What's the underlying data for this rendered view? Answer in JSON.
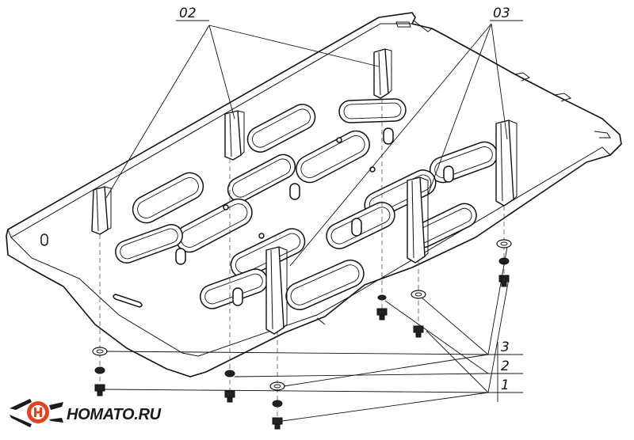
{
  "labels": {
    "part_02": "02",
    "part_03": "03",
    "item_3": "3",
    "item_2": "2",
    "item_1": "1"
  },
  "watermark": {
    "text": "HOMATO.RU",
    "accent": "#e8401c",
    "dark": "#1a1a1a"
  }
}
